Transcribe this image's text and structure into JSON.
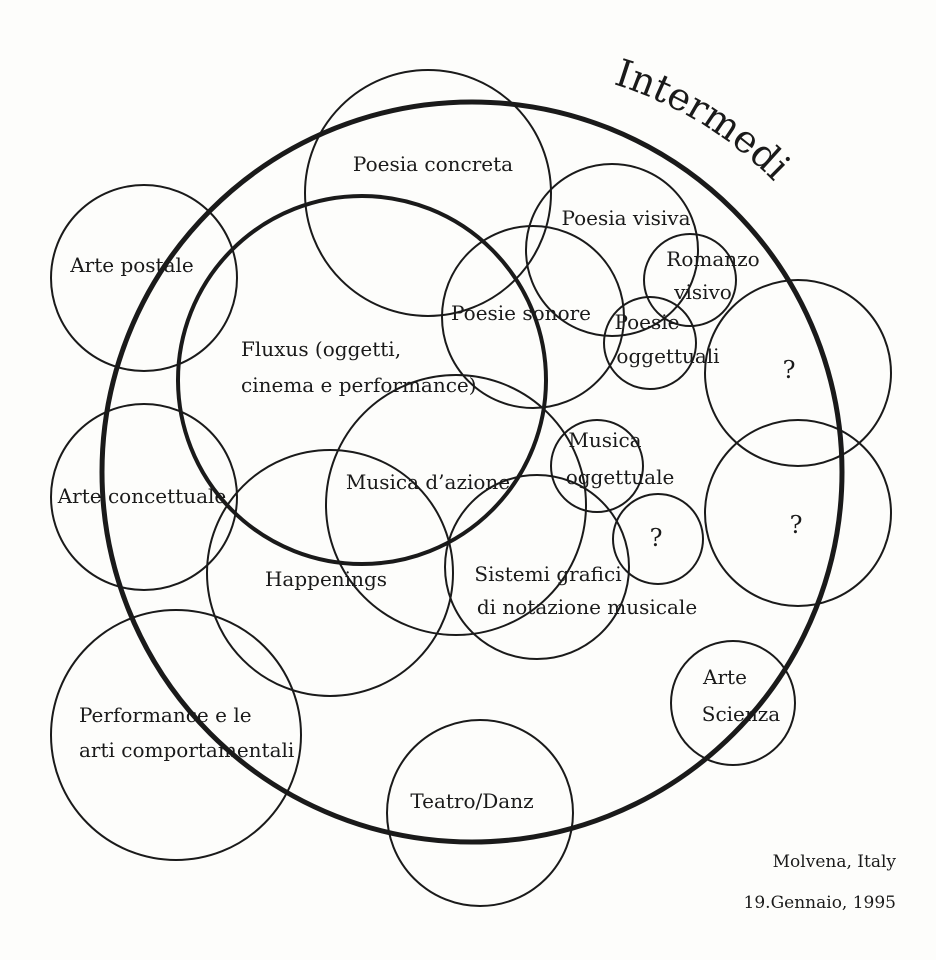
{
  "title": "Intermedia",
  "place": "Molvena, Italy",
  "date": "19.Gennaio, 1995",
  "circles": [
    {
      "id": "poesia-concreta",
      "lines": [
        "Poesia concreta"
      ]
    },
    {
      "id": "poesia-visiva",
      "lines": [
        "Poesia visiva"
      ]
    },
    {
      "id": "romanzo-visivo",
      "lines": [
        "Romanzo",
        "visivo"
      ]
    },
    {
      "id": "poesie-sonore",
      "lines": [
        "Poesie sonore"
      ]
    },
    {
      "id": "poesie-oggettuali",
      "lines": [
        "Poesie",
        "oggettuali"
      ]
    },
    {
      "id": "arte-postale",
      "lines": [
        "Arte postale"
      ]
    },
    {
      "id": "fluxus",
      "lines": [
        "Fluxus (oggetti,",
        "cinema e performance)"
      ]
    },
    {
      "id": "unknown-1",
      "lines": [
        "?"
      ]
    },
    {
      "id": "musica-oggettuale",
      "lines": [
        "Musica",
        "oggettuale"
      ]
    },
    {
      "id": "musica-azione",
      "lines": [
        "Musica d’azione"
      ]
    },
    {
      "id": "arte-concettuale",
      "lines": [
        "Arte concettuale"
      ]
    },
    {
      "id": "unknown-2",
      "lines": [
        "?"
      ]
    },
    {
      "id": "unknown-3",
      "lines": [
        "?"
      ]
    },
    {
      "id": "happenings",
      "lines": [
        "Happenings"
      ]
    },
    {
      "id": "sistemi-grafici",
      "lines": [
        "Sistemi grafici",
        "di notazione musicale"
      ]
    },
    {
      "id": "arte-scienza",
      "lines": [
        "Arte",
        "Scienza"
      ]
    },
    {
      "id": "performance",
      "lines": [
        "Performance e le",
        "arti comportamentali"
      ]
    },
    {
      "id": "teatro-danz",
      "lines": [
        "Teatro/Danz"
      ]
    }
  ]
}
